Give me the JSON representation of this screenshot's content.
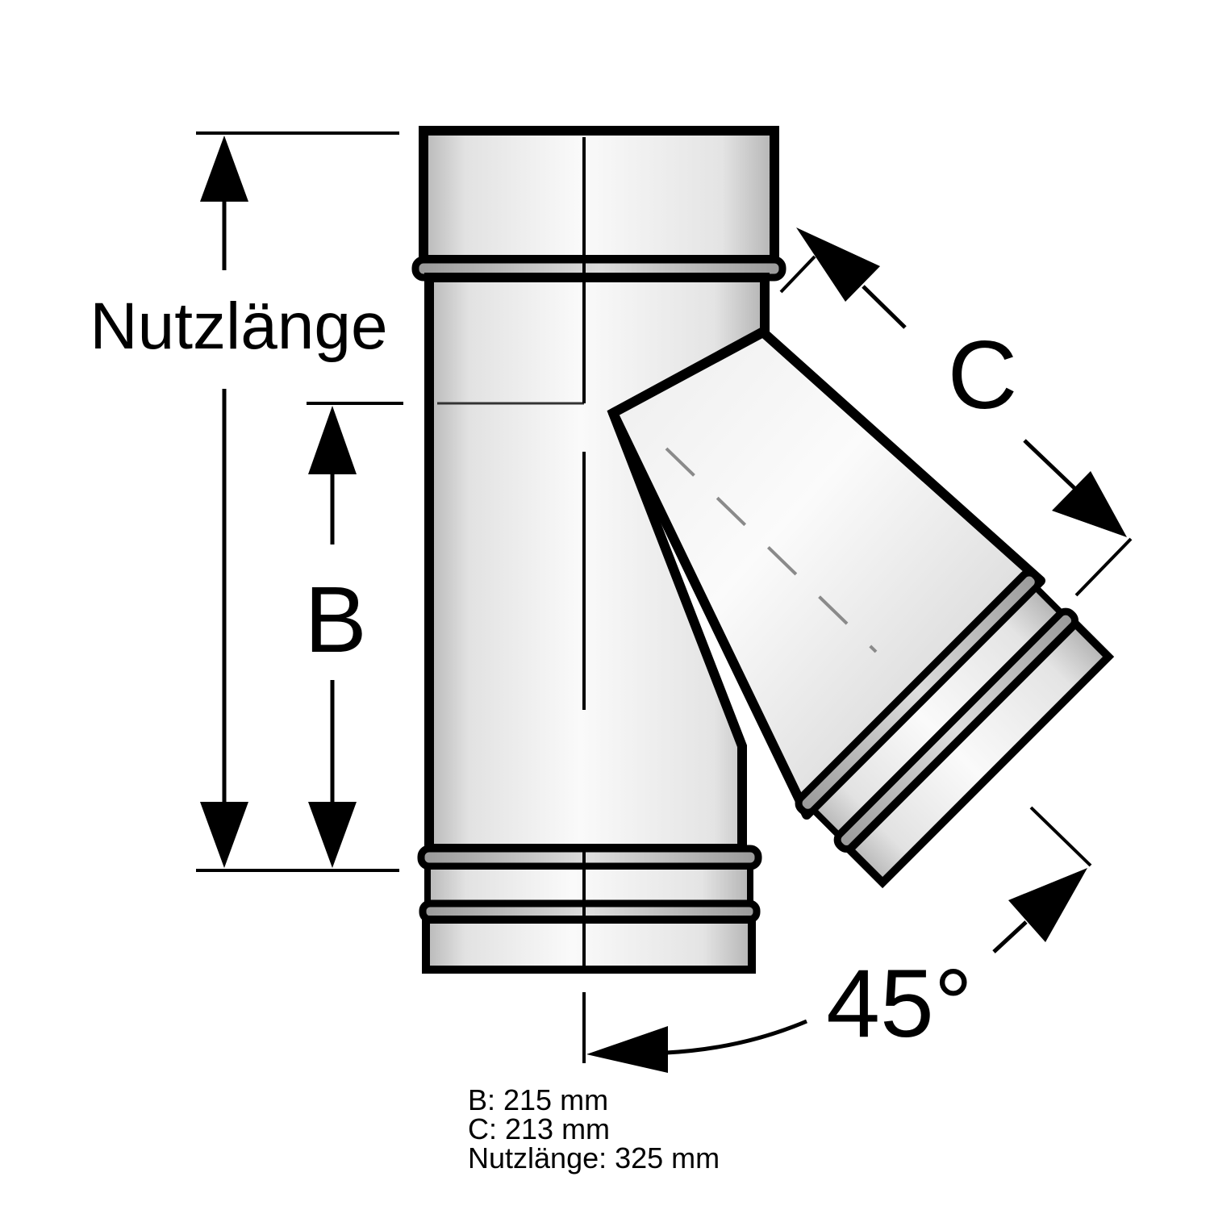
{
  "diagram": {
    "subject": "45-degree pipe branch (Y-fitting)",
    "labels": {
      "nutzlaenge": "Nutzlänge",
      "b": "B",
      "c": "C",
      "angle": "45°"
    },
    "colors": {
      "outline": "#000000",
      "pipe_fill_light": "#f4f4f4",
      "pipe_fill_dark": "#bdbdbd",
      "centerline": "#8a8a8a",
      "background": "#ffffff"
    }
  },
  "specs": [
    {
      "key": "B",
      "text": "B: 215 mm"
    },
    {
      "key": "C",
      "text": "C: 213 mm"
    },
    {
      "key": "Nutzlänge",
      "text": "Nutzlänge: 325 mm"
    }
  ]
}
